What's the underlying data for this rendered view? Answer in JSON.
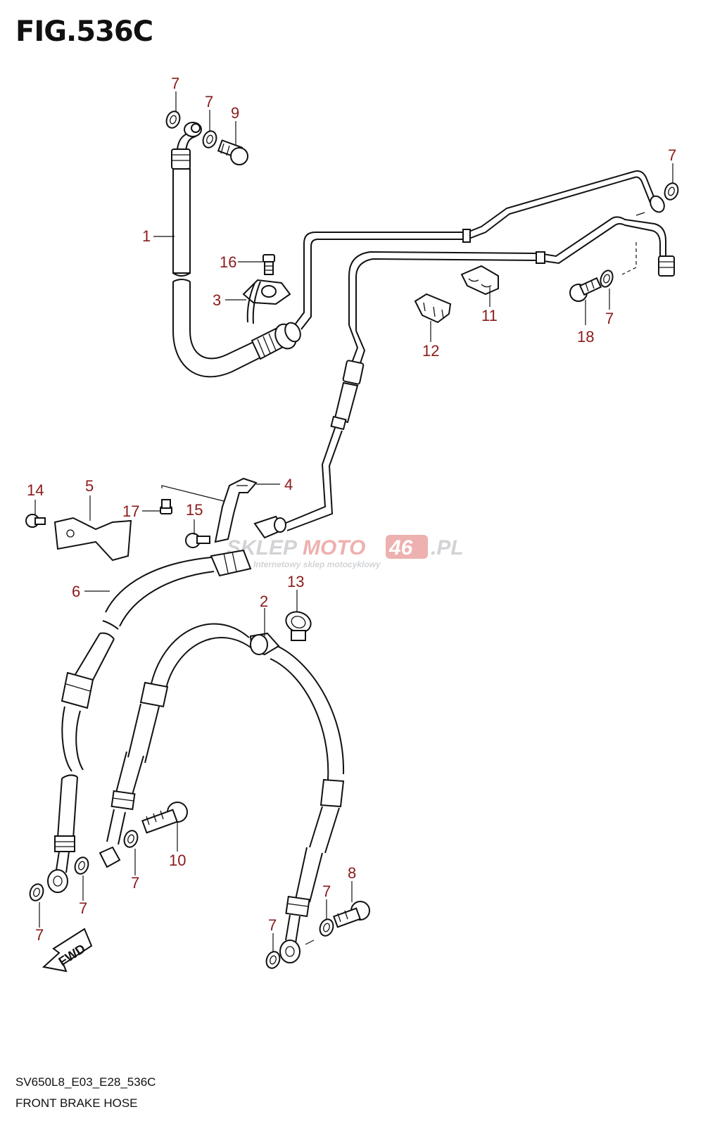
{
  "figure": {
    "title": "FIG.536C",
    "code": "SV650L8_E03_E28_536C",
    "name": "FRONT BRAKE HOSE"
  },
  "watermark": {
    "text_a": "SKLEP",
    "text_b": "MOTO",
    "text_c": "46",
    "text_d": ".PL",
    "tagline": "Internetowy sklep motocyklowy"
  },
  "fwd_label": "FWD",
  "callouts": [
    {
      "label": "7"
    },
    {
      "label": "7"
    },
    {
      "label": "9"
    },
    {
      "label": "1"
    },
    {
      "label": "16"
    },
    {
      "label": "3"
    },
    {
      "label": "7"
    },
    {
      "label": "11"
    },
    {
      "label": "12"
    },
    {
      "label": "18"
    },
    {
      "label": "7"
    },
    {
      "label": "14"
    },
    {
      "label": "5"
    },
    {
      "label": "17"
    },
    {
      "label": "15"
    },
    {
      "label": "4"
    },
    {
      "label": "6"
    },
    {
      "label": "13"
    },
    {
      "label": "2"
    },
    {
      "label": "10"
    },
    {
      "label": "7"
    },
    {
      "label": "7"
    },
    {
      "label": "7"
    },
    {
      "label": "8"
    },
    {
      "label": "7"
    },
    {
      "label": "7"
    }
  ],
  "colors": {
    "callout": "#8b1a1a",
    "line": "#111111",
    "watermark_red": "#d9534f"
  }
}
